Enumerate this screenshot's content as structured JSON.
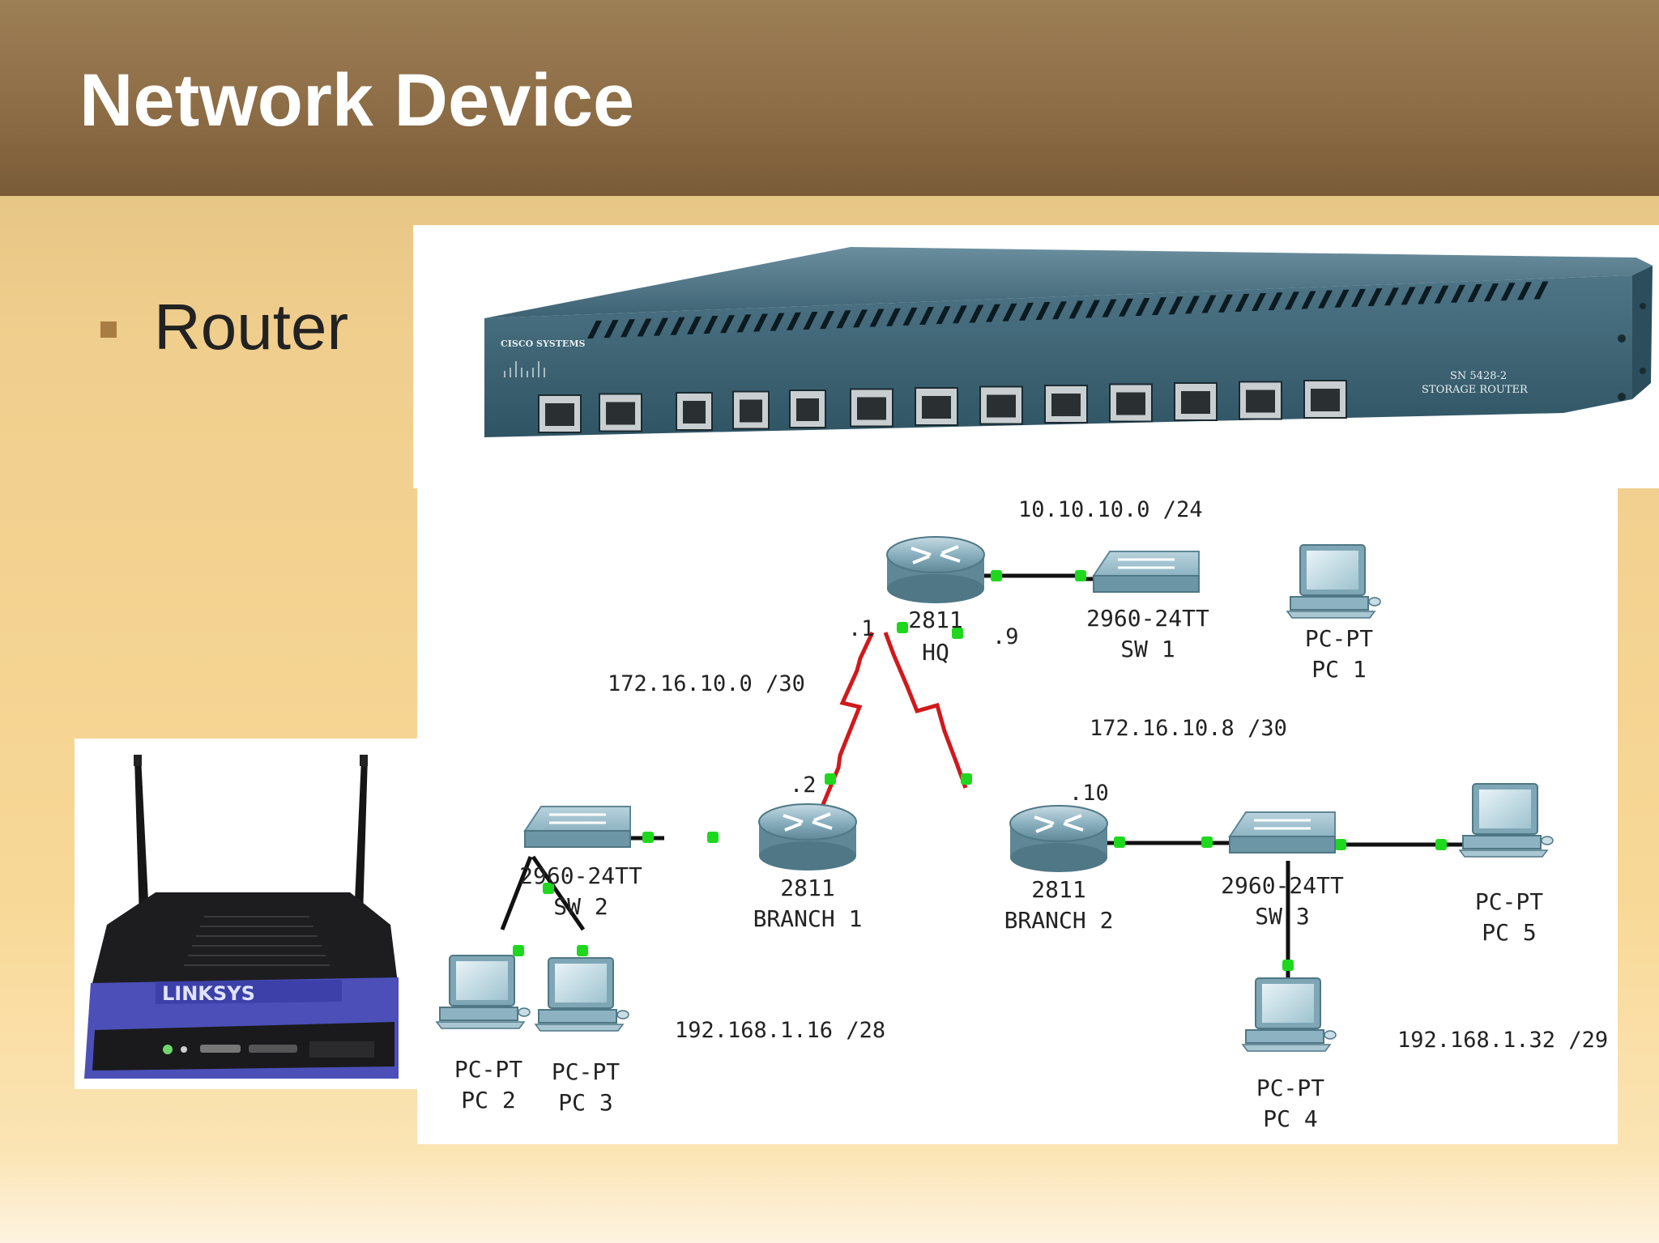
{
  "slide": {
    "title": "Network Device",
    "bullet": "Router"
  },
  "router_photo": {
    "brand": "CISCO SYSTEMS",
    "model_line1": "SN 5428-2",
    "model_line2": "STORAGE ROUTER"
  },
  "linksys_photo": {
    "brand": "LINKSYS"
  },
  "topology": {
    "devices": {
      "hq": {
        "model": "2811",
        "name": "HQ"
      },
      "sw1": {
        "model": "2960-24TT",
        "name": "SW 1"
      },
      "pc1": {
        "model": "PC-PT",
        "name": "PC 1"
      },
      "branch1": {
        "model": "2811",
        "name": "BRANCH 1"
      },
      "sw2": {
        "model": "2960-24TT",
        "name": "SW 2"
      },
      "pc2": {
        "model": "PC-PT",
        "name": "PC 2"
      },
      "pc3": {
        "model": "PC-PT",
        "name": "PC 3"
      },
      "branch2": {
        "model": "2811",
        "name": "BRANCH 2"
      },
      "sw3": {
        "model": "2960-24TT",
        "name": "SW 3"
      },
      "pc4": {
        "model": "PC-PT",
        "name": "PC 4"
      },
      "pc5": {
        "model": "PC-PT",
        "name": "PC 5"
      }
    },
    "networks": {
      "hq_lan": "10.10.10.0 /24",
      "wan1": "172.16.10.0 /30",
      "wan2": "172.16.10.8 /30",
      "branch1_lan": "192.168.1.16 /28",
      "branch2_lan": "192.168.1.32 /29"
    },
    "addresses": {
      "hq_wan1": ".1",
      "hq_wan2": ".9",
      "branch1_wan": ".2",
      "branch2_wan": ".10"
    },
    "colors": {
      "serial_link": "#d0191c",
      "ethernet_link": "#111111",
      "link_light": "#1ed81e",
      "router": "#7fa6b5",
      "switch": "#86aebd"
    }
  }
}
